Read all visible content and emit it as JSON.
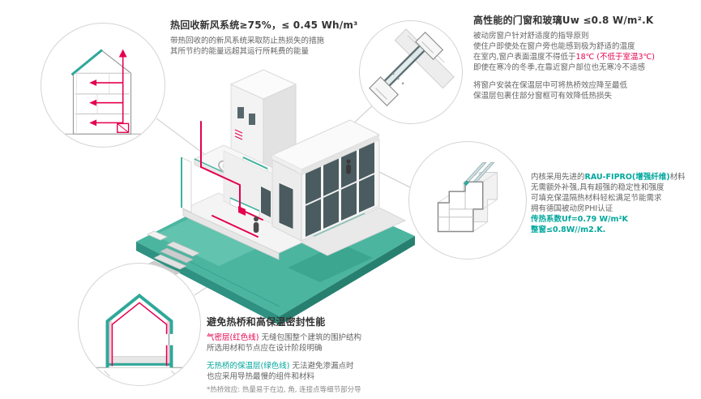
{
  "colors": {
    "accent_teal": "#2fa89a",
    "accent_red": "#e5004f",
    "platform_teal": "#4cb5a0"
  },
  "heat_recovery": {
    "title": "热回收新风系统≥75%，≤ 0.45 Wh/m³",
    "line1": "带热回收的的新风系统采取防止热损失的措施",
    "line2": "其所节约的能量远超其运行所耗费的能量"
  },
  "windows": {
    "title": "高性能的门窗和玻璃Uw ≤0.8 W/m².K",
    "line1": "被动房窗户针对舒适度的指导原则",
    "line2": "使住户即使处在窗户旁也能感到极为舒适的温度",
    "line3_pre": "在室内,窗户表面温度不得低于",
    "line3_red": "18℃ (不低于室温3℃)",
    "line4": "即使在寒冷的冬季,在靠近窗户部位也无寒冷不适感",
    "line5": "将窗户安装在保温层中可将热桥效应降至最低",
    "line6": "保温层包裹住部分窗框可有效降低热损失"
  },
  "profile": {
    "line1_pre": "内核采用先进的",
    "line1_teal": "RAU-FIPRO(增强纤维)",
    "line1_post": "材料",
    "line2": "无需额外补强,具有超强的稳定性和强度",
    "line3": "可填充保温隔热材料轻松满足节能需求",
    "line4": "拥有德国被动房PHI认证",
    "line5": "传热系数Uf=0.79 W/m²K",
    "line6": "整窗≤0.8W//m2.K."
  },
  "thermal": {
    "title": "避免热桥和高保温密封性能",
    "red_label": "气密层(红色线)",
    "red_rest": " 无缝包围整个建筑的围护结构",
    "line2": "所选用材和节点应在设计阶段明确",
    "green_label": "无热桥的保温层(绿色线)",
    "green_rest": " 无法避免渗漏点时",
    "line4": "也应采用导热最慢的组件和材料",
    "footnote": "*热桥效应: 热量易于在边, 角, 连接点等细节部分导"
  }
}
